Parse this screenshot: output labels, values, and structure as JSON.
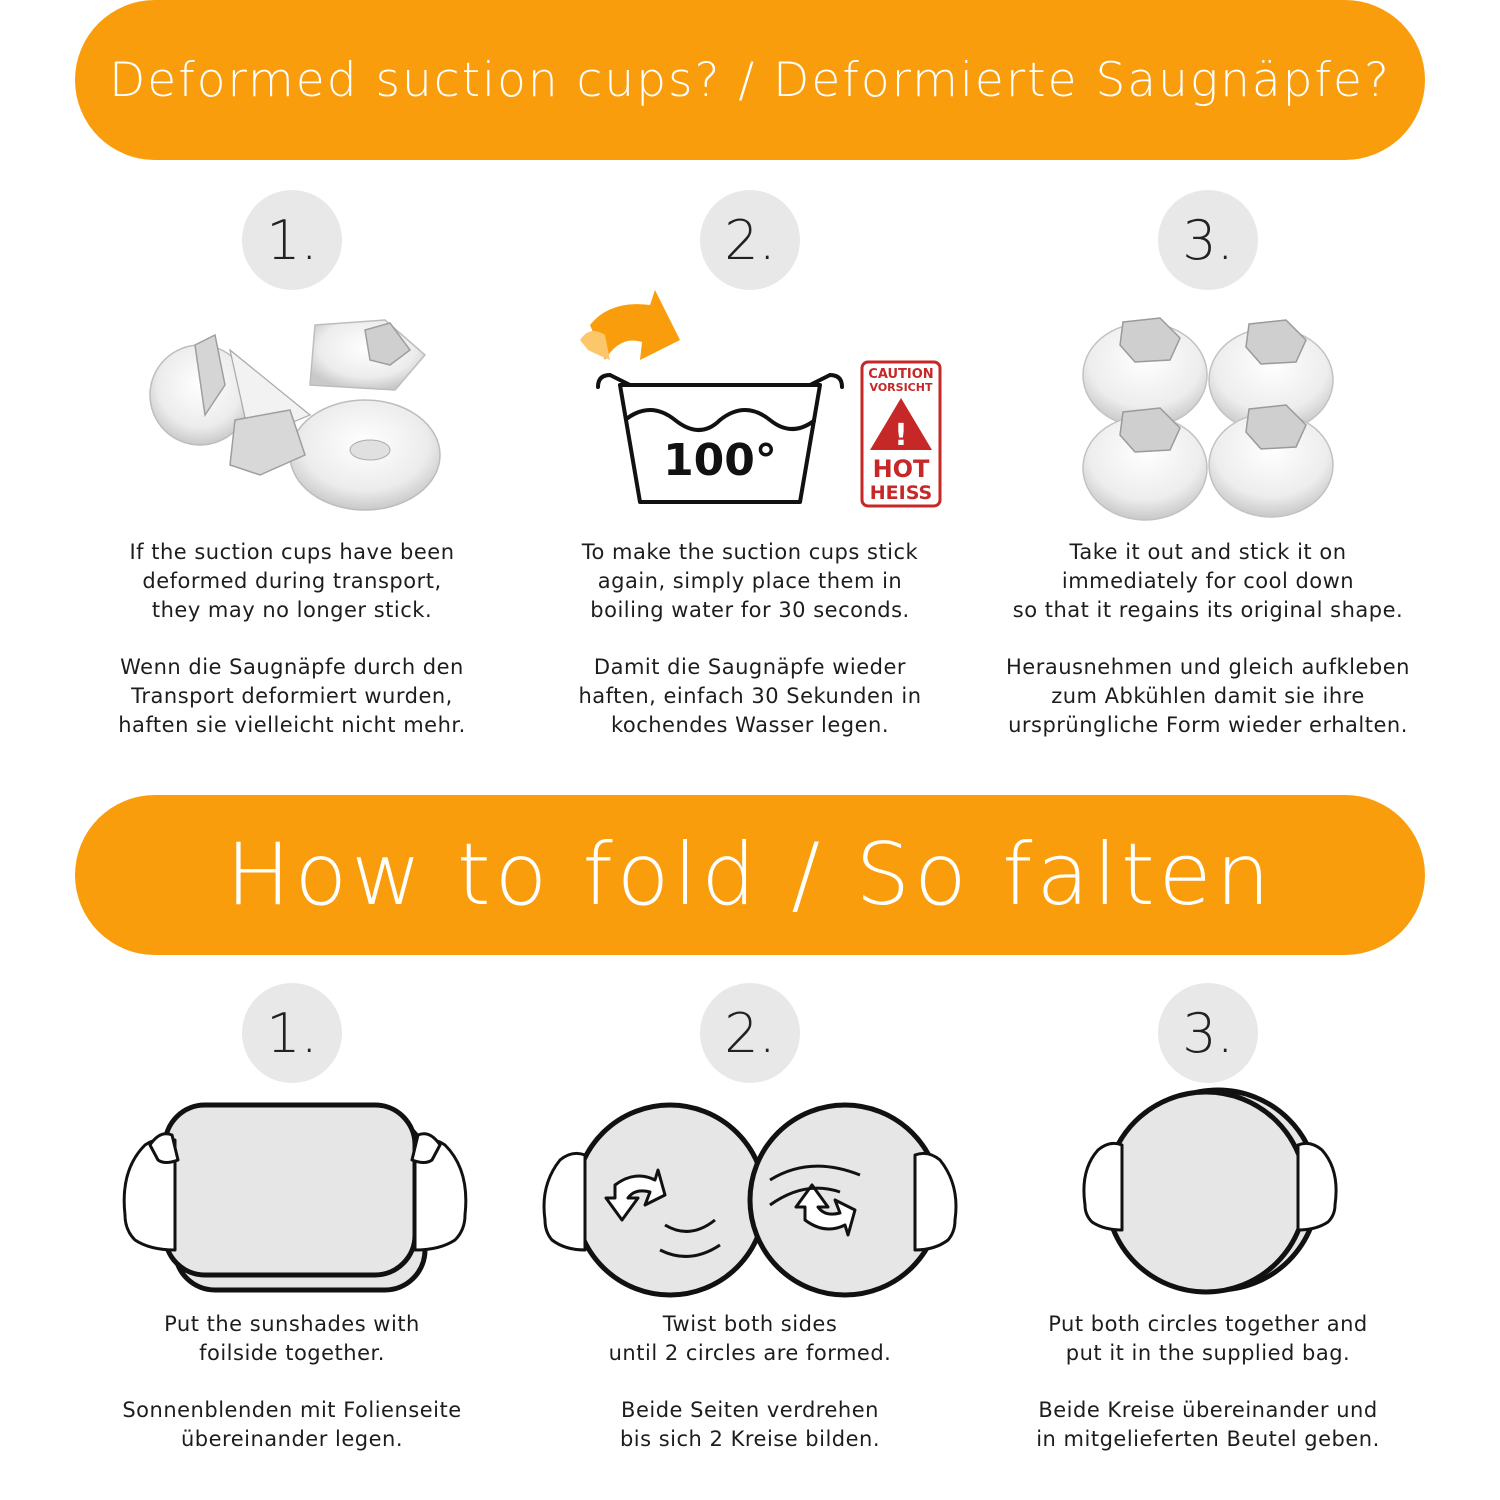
{
  "section1": {
    "title": "Deformed suction cups? / Deformierte Saugnäpfe?",
    "steps": [
      {
        "number": "1.",
        "text_en": "If the suction cups have been\ndeformed during transport,\nthey may no longer stick.",
        "text_de": "Wenn die Saugnäpfe durch den\nTransport deformiert wurden,\nhaften sie vielleicht nicht mehr."
      },
      {
        "number": "2.",
        "text_en": "To make the suction cups stick\nagain, simply place them in\nboiling water for 30 seconds.",
        "text_de": "Damit die Saugnäpfe wieder\nhaften, einfach 30 Sekunden in\nkochendes Wasser legen."
      },
      {
        "number": "3.",
        "text_en": "Take it out and stick it on\nimmediately for cool down\nso that it regains its original shape.",
        "text_de": "Herausnehmen und gleich aufkleben\nzum Abkühlen damit sie ihre\nursprüngliche Form wieder erhalten."
      }
    ],
    "water_temp": "100°",
    "caution_label": "CAUTION",
    "vorsicht_label": "VORSICHT",
    "hot_label": "HOT",
    "heiss_label": "HEISS"
  },
  "section2": {
    "title": "How to fold / So falten",
    "steps": [
      {
        "number": "1.",
        "text_en": "Put the sunshades with\nfoilside together.",
        "text_de": "Sonnenblenden mit Folienseite\nübereinander legen."
      },
      {
        "number": "2.",
        "text_en": "Twist both sides\nuntil 2 circles are formed.",
        "text_de": "Beide Seiten verdrehen\nbis sich 2 Kreise bilden."
      },
      {
        "number": "3.",
        "text_en": "Put both circles together and\nput it in the supplied bag.",
        "text_de": "Beide Kreise übereinander und\nin mitgelieferten Beutel geben."
      }
    ]
  },
  "colors": {
    "banner": "#f99d0c",
    "number_circle": "#e8e8e8",
    "caution_red": "#c62828"
  }
}
